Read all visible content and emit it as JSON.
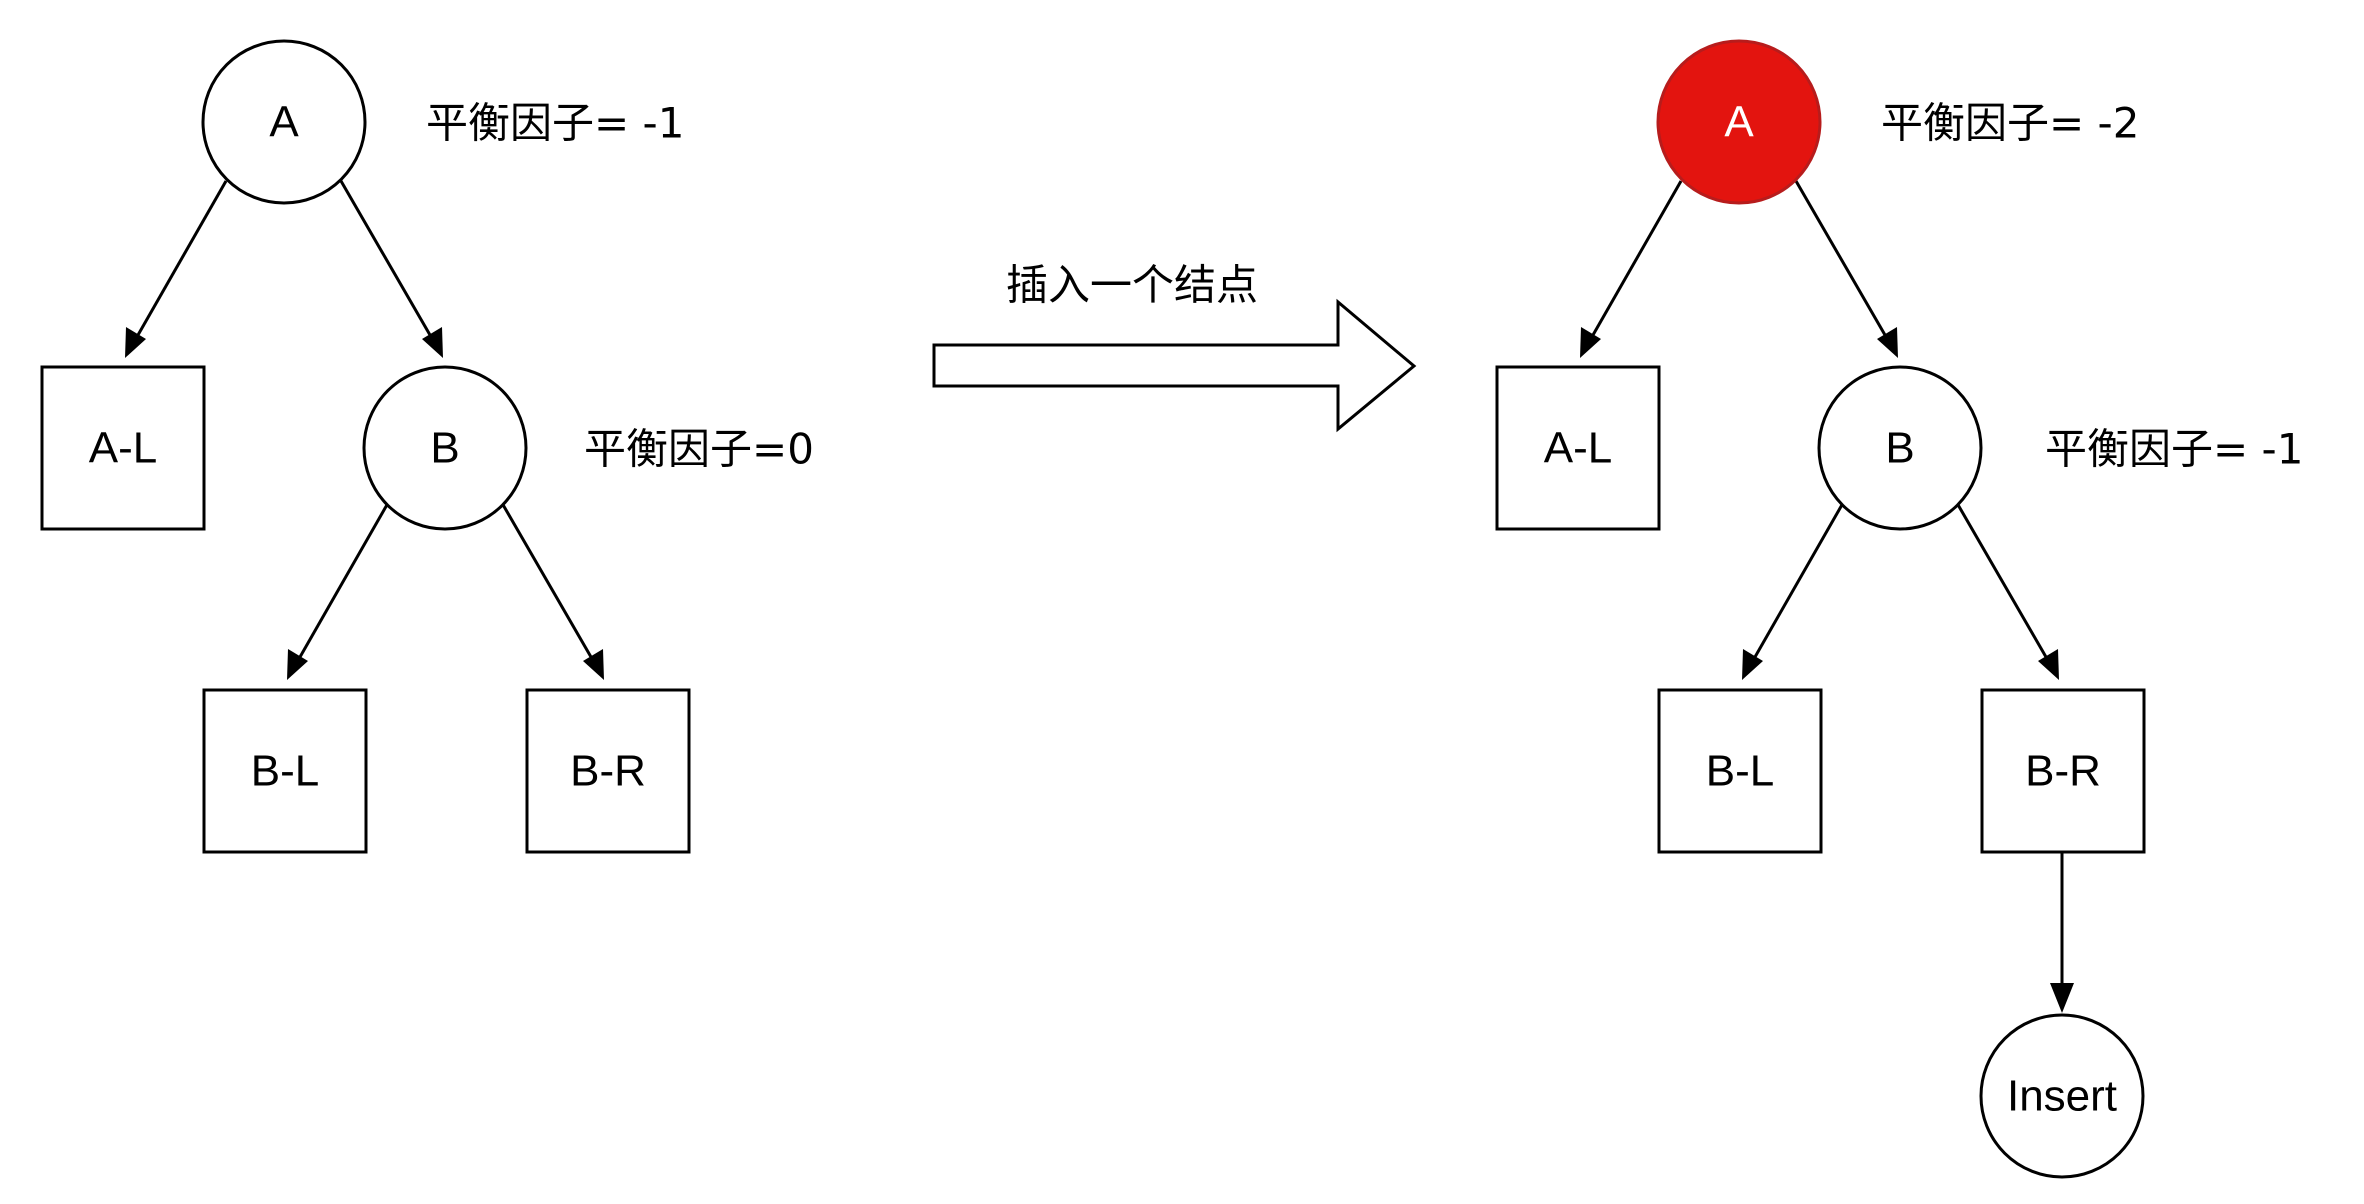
{
  "colors": {
    "highlight_fill": "#e3140f",
    "highlight_stroke": "#b71c1c",
    "stroke": "#000000",
    "background": "#ffffff"
  },
  "transition": {
    "label": "插入一个结点"
  },
  "before": {
    "nodes": {
      "a": "A",
      "a_l": "A-L",
      "b": "B",
      "b_l": "B-L",
      "b_r": "B-R"
    },
    "balance": {
      "a": "平衡因子= -1",
      "b": "平衡因子=0"
    }
  },
  "after": {
    "nodes": {
      "a": "A",
      "a_l": "A-L",
      "b": "B",
      "b_l": "B-L",
      "b_r": "B-R",
      "insert": "Insert"
    },
    "balance": {
      "a": "平衡因子= -2",
      "b": "平衡因子= -1"
    }
  }
}
